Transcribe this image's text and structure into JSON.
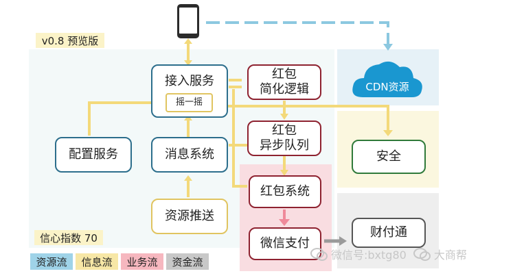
{
  "version_label": "v0.8 预览版",
  "confidence_label": "信心指数 70",
  "nodes": {
    "access_service": "接入服务",
    "shake": "摇一摇",
    "redpacket_logic": "红包\n简化逻辑",
    "redpacket_queue": "红包\n异步队列",
    "config_service": "配置服务",
    "message_system": "消息系统",
    "resource_push": "资源推送",
    "redpacket_system": "红包系统",
    "wechat_pay": "微信支付",
    "cdn_resource": "CDN资源",
    "security": "安全",
    "tenpay": "财付通"
  },
  "legend": [
    {
      "label": "资源流",
      "color": "#9fd3e8"
    },
    {
      "label": "信息流",
      "color": "#f7e7a6"
    },
    {
      "label": "业务流",
      "color": "#f6b7bf"
    },
    {
      "label": "资金流",
      "color": "#c8c8c8"
    }
  ],
  "watermark": {
    "left_text": "微信号:bxtg80",
    "right_text": "大商帮"
  },
  "colors": {
    "resource_flow": "#8cc8e0",
    "info_flow": "#f3d97a",
    "business_flow": "#ef8a9a",
    "fund_flow": "#9a9a9a",
    "panel_blue": "#e6f1f7",
    "panel_yellow": "#fbf7df",
    "panel_red": "#fbe3e6",
    "panel_gray": "#eeeeee"
  },
  "icons": [
    "phone-icon",
    "cloud-icon",
    "wechat-icon"
  ]
}
